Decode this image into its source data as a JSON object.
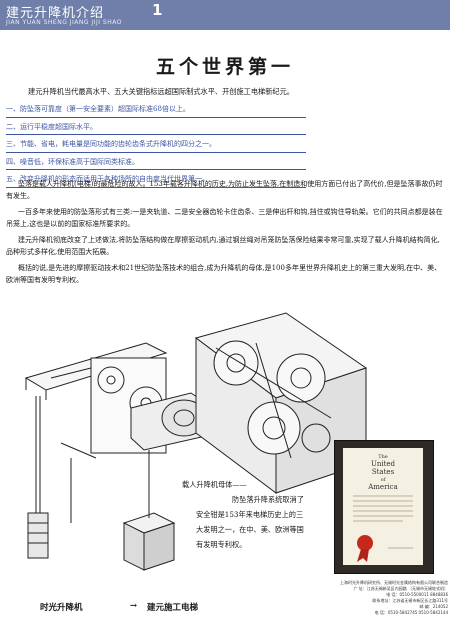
{
  "header": {
    "title": "建元升降机介绍",
    "page_number": "1",
    "pinyin": "JIAN YUAN SHENG JIANG JIJI SHAO"
  },
  "headline": "五个世界第一",
  "intro": "建元升降机当代最高水平、五大关键指标远超国际制式水平、开创施工电梯新纪元。",
  "points": [
    "一、防坠落可靠度（第一安全要素）超国际标准68倍以上。",
    "二、运行平稳度超国际水平。",
    "三、节能、省电，耗电量是同功能的齿轮齿条式升降机的四分之一。",
    "四、噪音低，环保标准高于国际同类标准。",
    "五、改变升降机的形态而适用于各种场所的自由度当代世界第一。"
  ],
  "body_paragraphs": [
    "坠落是载人升降机(电梯)的最危险的故人。153年载客升降机的历史,为防止发生坠落,在制造和使用方面已付出了高代价,但是坠落事故仍时有发生。",
    "一百多年来使用的防坠落形式有三类:一是夹轨道、二是安全器齿轮卡住齿条、三是伸出杆和钩,挡住或钩住导轨架。它们的共同点都是装在吊笼上,这也是以前的国家标准所要求的。",
    "建元升降机彻底改变了上述做法,将防坠落结构做在摩擦驱动机内,通过钢丝绳对吊笼防坠落保险结果非常可靠,实现了载人升降机结构简化,品种形式多样化,使用范围大拓展。",
    "概括的说,是先进的摩擦驱动技术和21世纪防坠落技术的组合,成为升降机的母体,是100多年里世界升降机史上的第三重大发明,在中、美、欧洲等国有发明专利权。"
  ],
  "caption": {
    "line1": "载人升降机母体——",
    "line2": "防坠落升降系统取消了",
    "para": [
      "安全钳是153年来电梯历史上的三",
      "大发明之一，在中、美、欧洲等国",
      "有发明专利权。"
    ]
  },
  "certificate": {
    "heading": [
      "The",
      "United",
      "States",
      "of",
      "America"
    ]
  },
  "bottom_labels": {
    "left": "时光升降机",
    "arrow": "→",
    "right": "建元施工电梯"
  },
  "contact_lines": [
    "上海时光升降机研究所、无锡时光金属结构有限公司联合制造",
    "广    址：江苏无锡新吴区内园路    （无锡市无锡轮式机）",
    "电    话：0510-5500011    8848836",
    "联系地址：江苏省无锡市新区长江路311号",
    "邮    编：214052",
    "电    话：0510-5842745    0510-5842144"
  ],
  "colors": {
    "header_bar": "#6f7fa9",
    "point_text": "#3d56a4"
  }
}
